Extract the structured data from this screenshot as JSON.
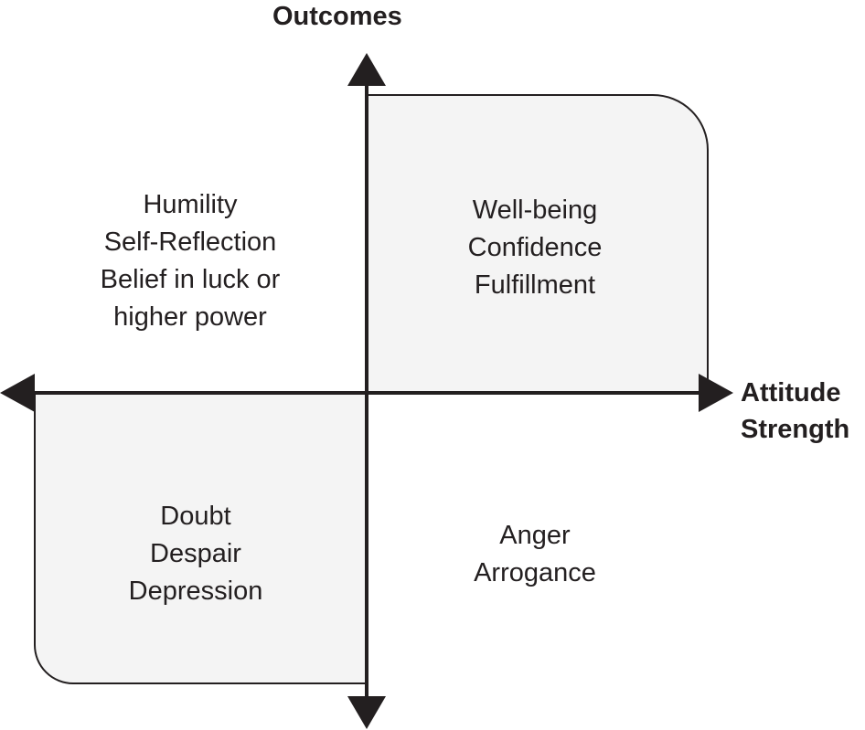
{
  "axes": {
    "y_label": "Outcomes",
    "x_label_lines": [
      "Attitude",
      "Strength"
    ]
  },
  "quadrants": {
    "top_left": [
      "Humility",
      "Self-Reflection",
      "Belief in luck or",
      "higher power"
    ],
    "top_right": [
      "Well-being",
      "Confidence",
      "Fulfillment"
    ],
    "bottom_left": [
      "Doubt",
      "Despair",
      "Depression"
    ],
    "bottom_right": [
      "Anger",
      "Arrogance"
    ]
  },
  "colors": {
    "line": "#231f20",
    "highlight_fill": "#f4f4f4"
  }
}
